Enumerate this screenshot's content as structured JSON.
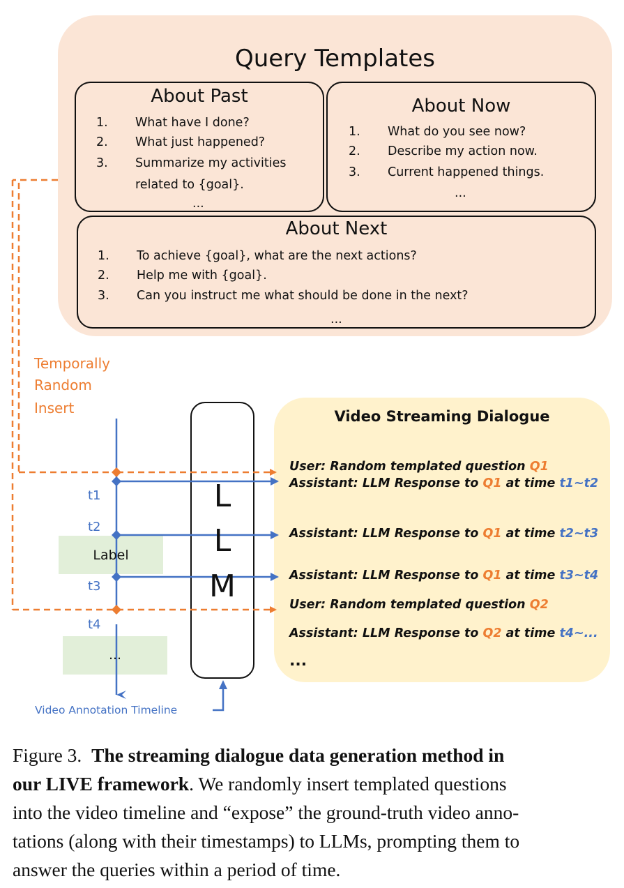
{
  "query_templates": {
    "title": "Query Templates",
    "about_past": {
      "title": "About Past",
      "items": [
        {
          "num": "1.",
          "text": "What have I done?"
        },
        {
          "num": "2.",
          "text": "What just happened?"
        },
        {
          "num": "3.",
          "text": "Summarize my activities"
        }
      ],
      "item3_cont": "related to {goal}.",
      "ellipsis": "..."
    },
    "about_now": {
      "title": "About Now",
      "items": [
        {
          "num": "1.",
          "text": "What do you see now?"
        },
        {
          "num": "2.",
          "text": "Describe my action now."
        },
        {
          "num": "3.",
          "text": "Current happened things."
        }
      ],
      "ellipsis": "..."
    },
    "about_next": {
      "title": "About Next",
      "items": [
        {
          "num": "1.",
          "text": "To achieve {goal}, what are the next actions?"
        },
        {
          "num": "2.",
          "text": "Help me with {goal}."
        },
        {
          "num": "3.",
          "text": "Can you instruct me what should be done in the next?"
        }
      ],
      "ellipsis": "..."
    }
  },
  "insert_label": [
    "Temporally",
    "Random",
    "Insert"
  ],
  "timeline": {
    "ticks": [
      "t1",
      "t2",
      "t3",
      "t4"
    ],
    "label_box": "Label",
    "ellipsis_box": "...",
    "caption": "Video Annotation Timeline"
  },
  "llm": [
    "L",
    "L",
    "M"
  ],
  "dialogue": {
    "title": "Video Streaming Dialogue",
    "lines": [
      {
        "parts": [
          {
            "t": "User: Random templated question ",
            "c": "k"
          },
          {
            "t": "Q1",
            "c": "o"
          }
        ]
      },
      {
        "parts": [
          {
            "t": "Assistant: LLM Response to ",
            "c": "k"
          },
          {
            "t": "Q1",
            "c": "o"
          },
          {
            "t": " at time ",
            "c": "k"
          },
          {
            "t": "t1~t2",
            "c": "b"
          }
        ]
      },
      {
        "parts": [
          {
            "t": "Assistant: LLM Response to ",
            "c": "k"
          },
          {
            "t": "Q1",
            "c": "o"
          },
          {
            "t": " at time ",
            "c": "k"
          },
          {
            "t": "t2~t3",
            "c": "b"
          }
        ]
      },
      {
        "parts": [
          {
            "t": "Assistant: LLM Response to ",
            "c": "k"
          },
          {
            "t": "Q1",
            "c": "o"
          },
          {
            "t": " at time ",
            "c": "k"
          },
          {
            "t": "t3~t4",
            "c": "b"
          }
        ]
      },
      {
        "parts": [
          {
            "t": "User: Random templated question ",
            "c": "k"
          },
          {
            "t": "Q2",
            "c": "o"
          }
        ]
      },
      {
        "parts": [
          {
            "t": "Assistant: LLM Response to ",
            "c": "k"
          },
          {
            "t": "Q2",
            "c": "o"
          },
          {
            "t": " at time ",
            "c": "k"
          },
          {
            "t": "t4~...",
            "c": "b"
          }
        ]
      }
    ],
    "ellipsis": "..."
  },
  "caption": {
    "label": "Figure 3.",
    "bold1": "The streaming dialogue data generation method in",
    "bold2": "our LIVE framework",
    "line2_rest": ". We randomly insert templated questions",
    "line3": "into the video timeline and “expose” the ground-truth video anno-",
    "line4": "tations (along with their timestamps) to LLMs, prompting them to",
    "line5": "answer the queries within a period of time."
  },
  "colors": {
    "orange": "#ed7d31",
    "blue": "#4472c4",
    "salmon_panel": "#fbe5d6",
    "yellow_panel": "#fff2cc",
    "green_box": "#e2efd9"
  }
}
